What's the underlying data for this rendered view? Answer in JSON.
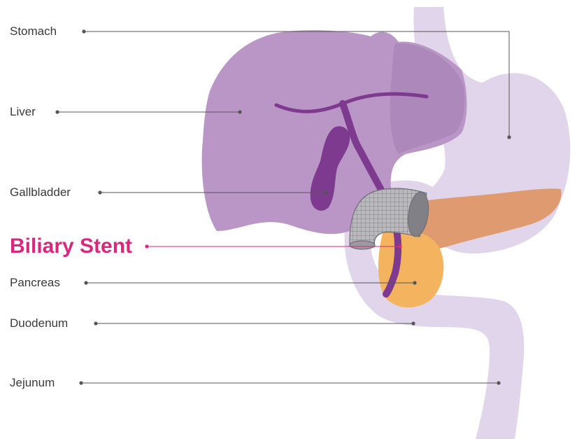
{
  "colors": {
    "highlight": "#d6297e",
    "leader": "#555555",
    "liver": "#b996c6",
    "liver_dark": "#a986b9",
    "bile_duct": "#7d3a8e",
    "gi_tract": "#e0d5ea",
    "pancreas": "#df9a6f",
    "pancreas_head": "#f3b35f",
    "stent": "#8a8a8e"
  },
  "labels": {
    "stomach": "Stomach",
    "liver": "Liver",
    "gallbladder": "Gallbladder",
    "stent": "Biliary Stent",
    "pancreas": "Pancreas",
    "duodenum": "Duodenum",
    "jejunum": "Jejunum"
  }
}
